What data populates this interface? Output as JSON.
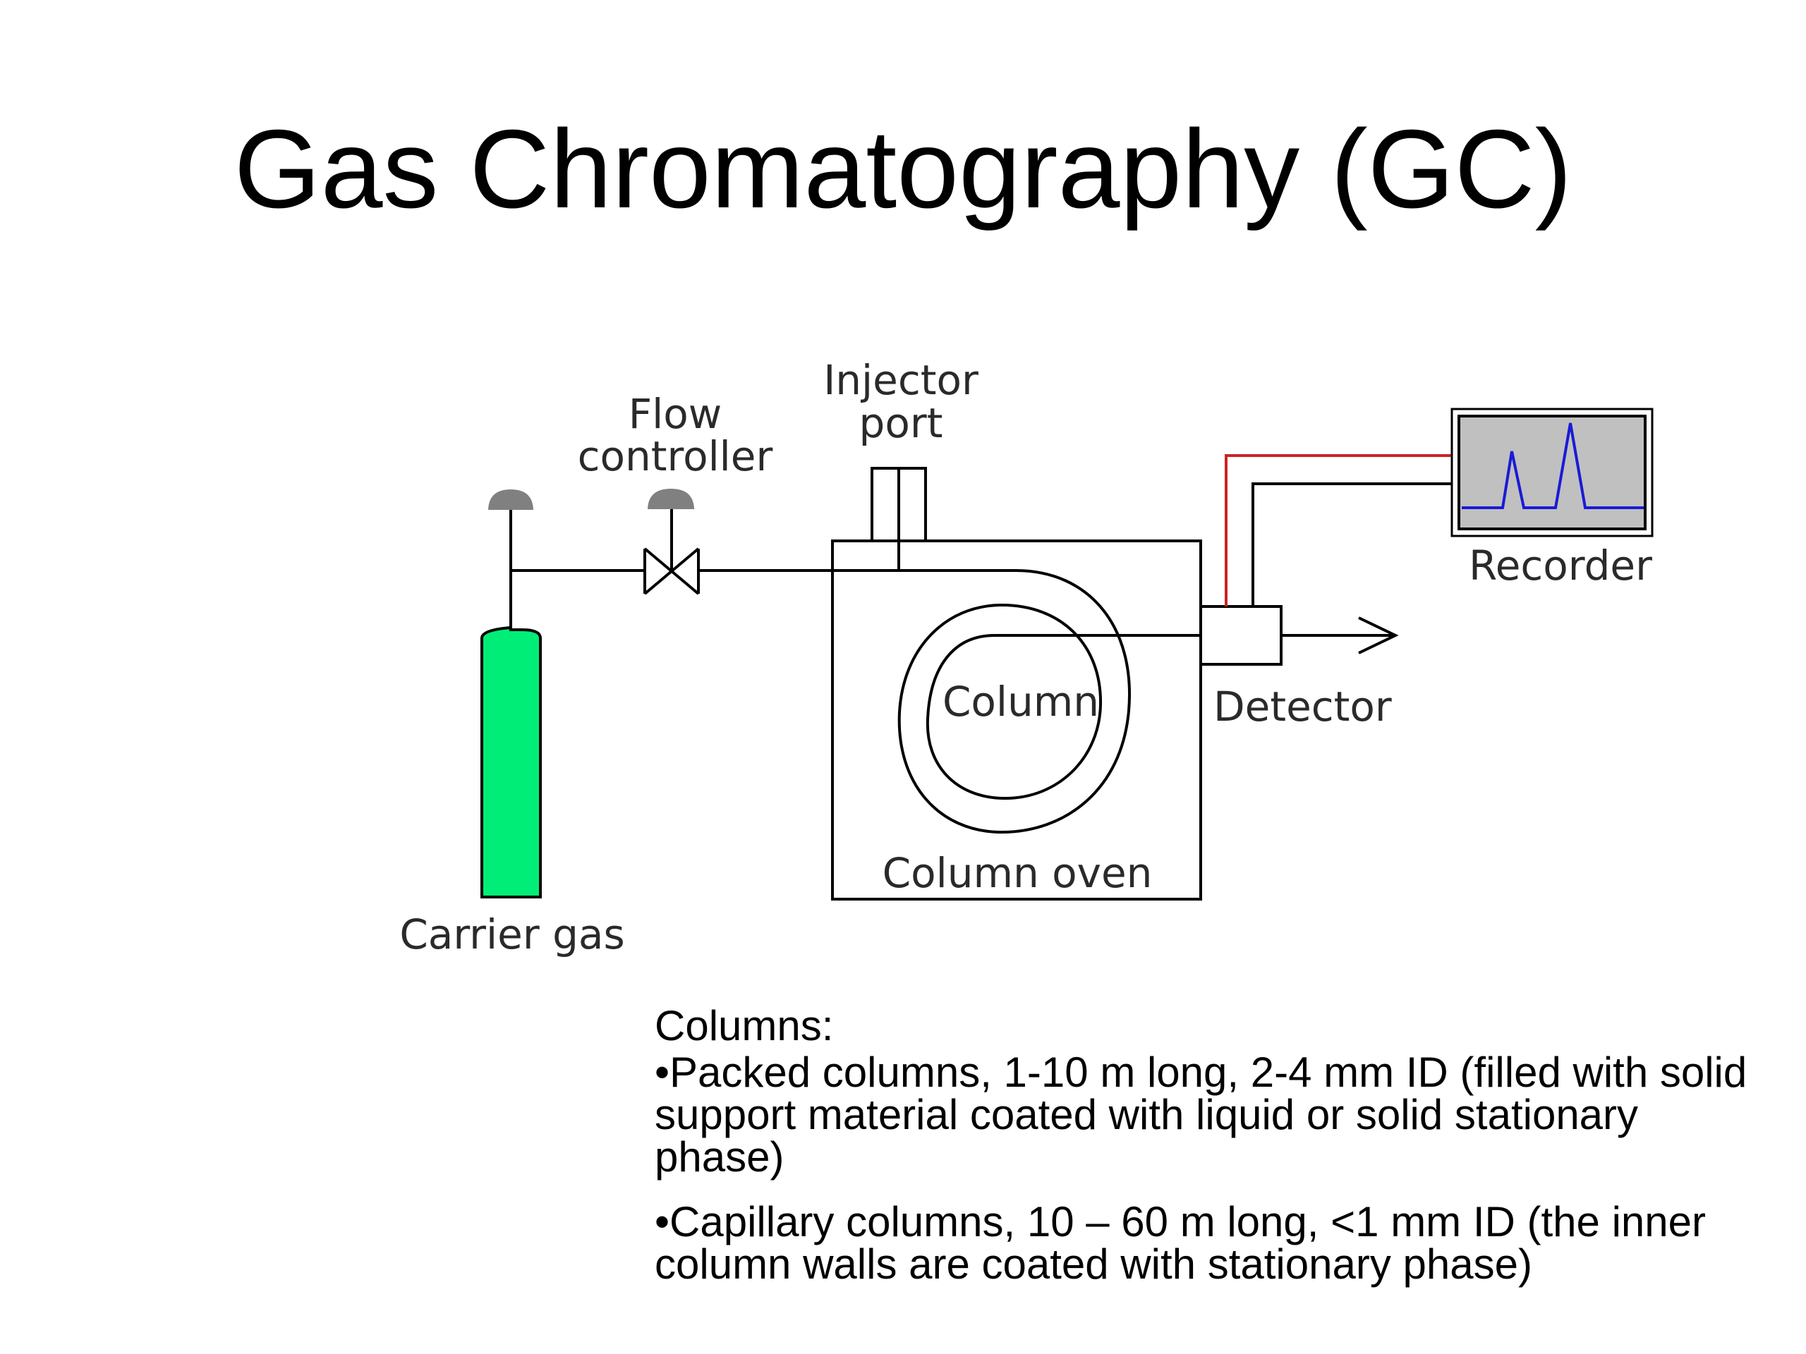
{
  "title": "Gas Chromatography (GC)",
  "diagram": {
    "labels": {
      "carrier_gas": "Carrier gas",
      "flow_controller_line1": "Flow",
      "flow_controller_line2": "controller",
      "injector_port_line1": "Injector",
      "injector_port_line2": "port",
      "column": "Column",
      "column_oven": "Column oven",
      "detector": "Detector",
      "recorder": "Recorder"
    },
    "colors": {
      "gas_cylinder": "#00ee77",
      "valve_knob": "#808080",
      "recorder_screen": "#c0c0c0",
      "chromatogram_trace": "#1a1ad6",
      "signal_wire_red": "#cc2222",
      "line": "#000000"
    }
  },
  "notes": {
    "heading": "Columns:",
    "bullets": [
      "•Packed columns, 1-10 m long, 2-4 mm ID (filled with solid support material  coated with liquid or solid stationary phase)",
      "•Capillary columns, 10 – 60 m long, <1 mm ID (the inner column walls are coated with stationary phase)"
    ]
  }
}
